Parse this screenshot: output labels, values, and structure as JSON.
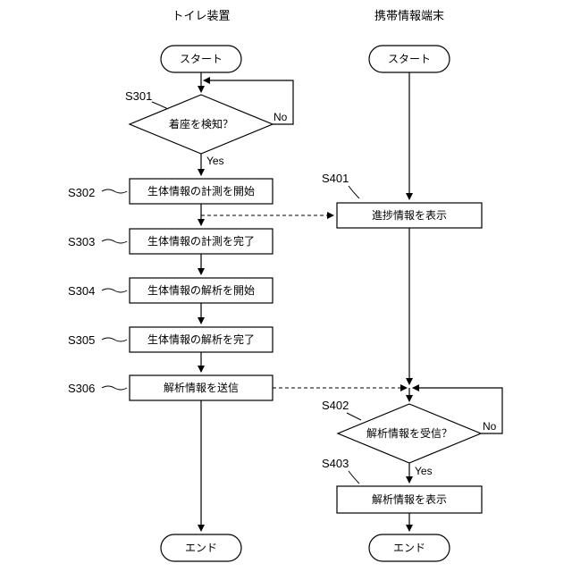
{
  "lanes": {
    "left_title": "トイレ装置",
    "right_title": "携帯情報端末"
  },
  "left": {
    "start": "スタート",
    "s301_label": "S301",
    "s301_text": "着座を検知？",
    "s301_no": "No",
    "s301_yes": "Yes",
    "s302_label": "S302",
    "s302_text": "生体情報の計測を開始",
    "s303_label": "S303",
    "s303_text": "生体情報の計測を完了",
    "s304_label": "S304",
    "s304_text": "生体情報の解析を開始",
    "s305_label": "S305",
    "s305_text": "生体情報の解析を完了",
    "s306_label": "S306",
    "s306_text": "解析情報を送信",
    "end": "エンド"
  },
  "right": {
    "start": "スタート",
    "s401_label": "S401",
    "s401_text": "進捗情報を表示",
    "s402_label": "S402",
    "s402_text": "解析情報を受信？",
    "s402_no": "No",
    "s402_yes": "Yes",
    "s403_label": "S403",
    "s403_text": "解析情報を表示",
    "end": "エンド"
  }
}
